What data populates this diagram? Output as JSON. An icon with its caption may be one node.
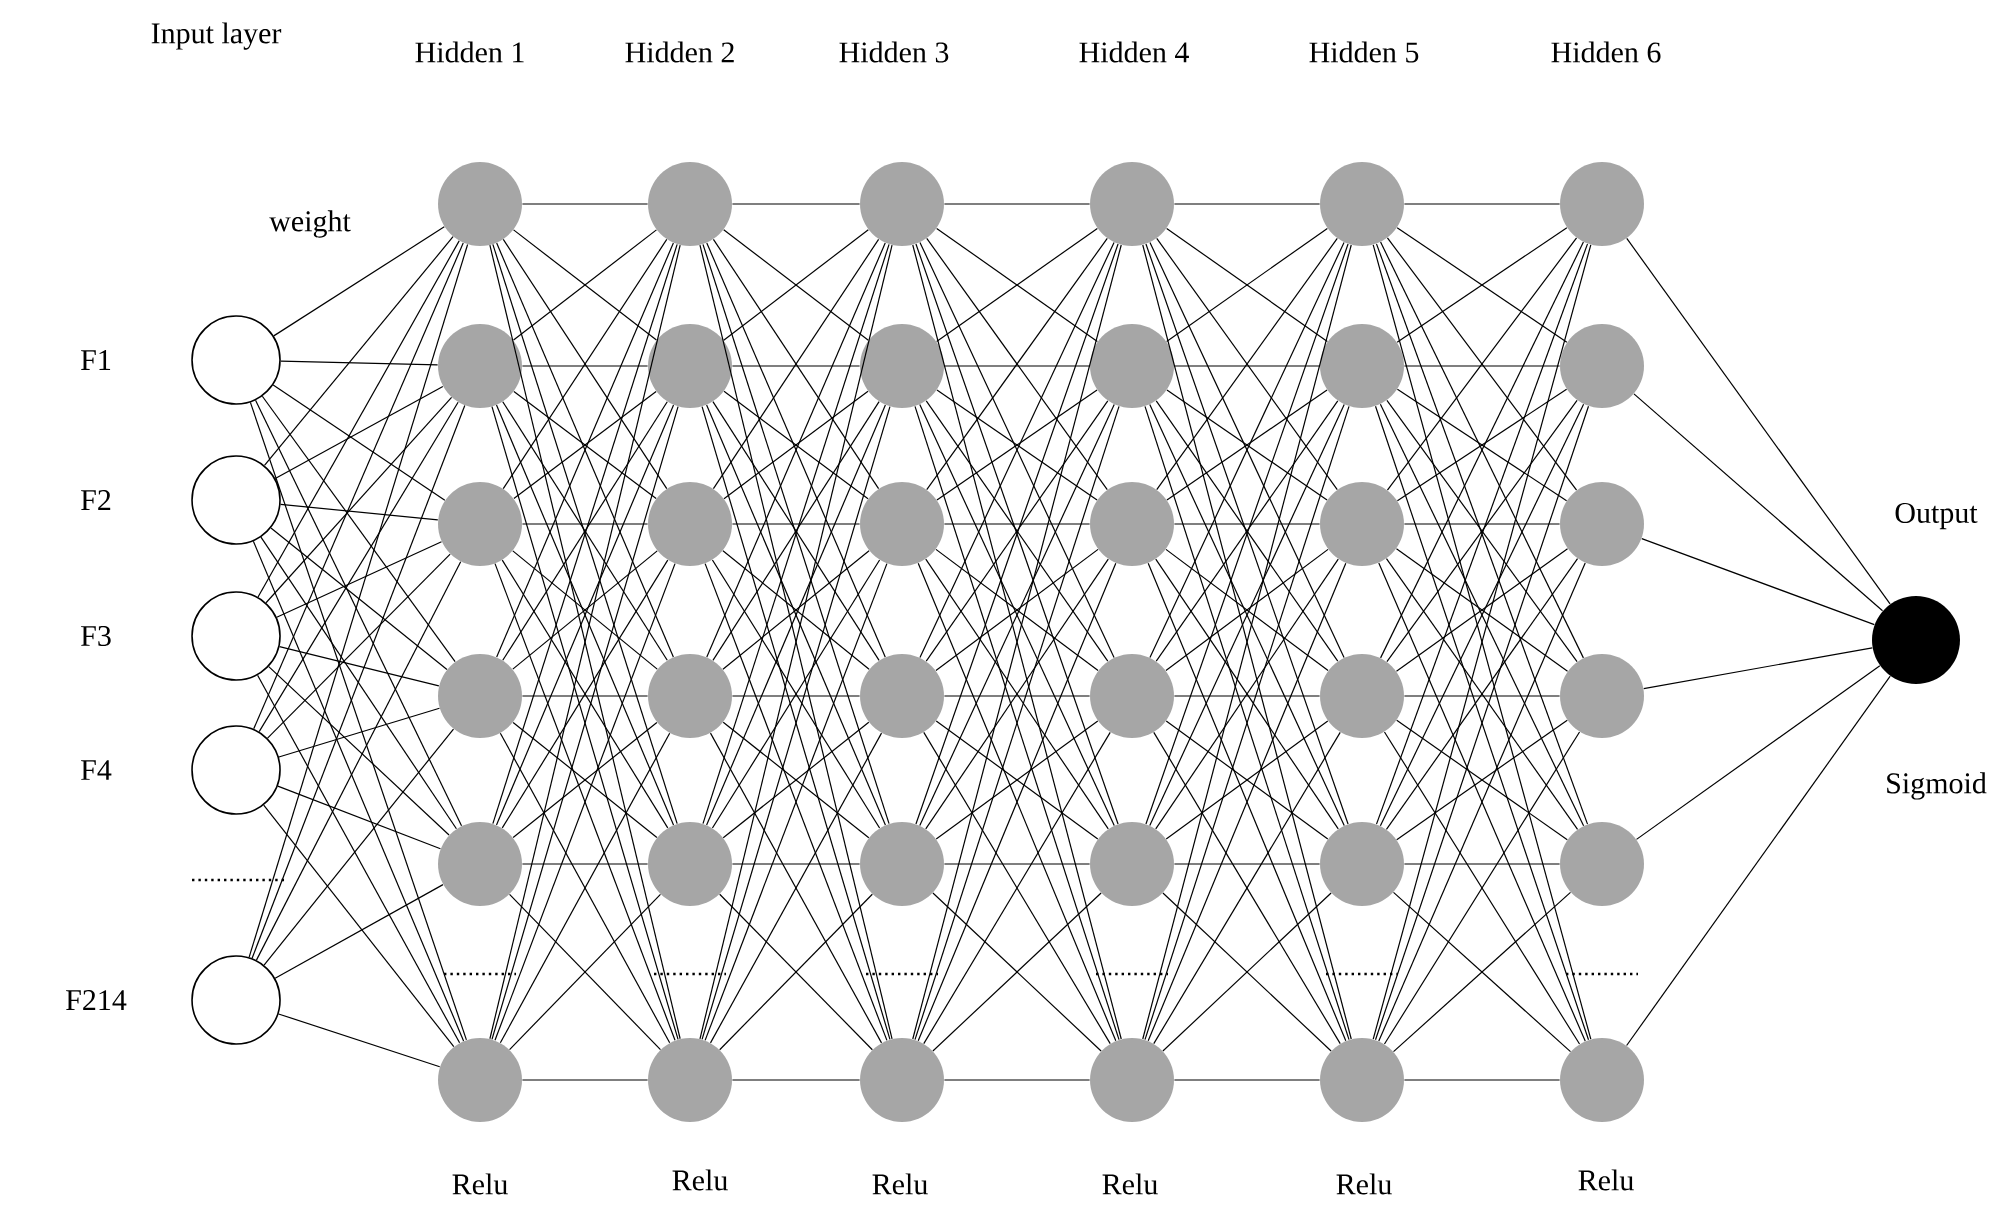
{
  "diagram": {
    "nodes": [
      {
        "text": [],
        "shape": "circle",
        "beside": [
          "F1"
        ]
      },
      {
        "text": [],
        "shape": "circle",
        "beside": [
          "F2"
        ]
      },
      {
        "text": [],
        "shape": "circle",
        "beside": [
          "F3"
        ]
      },
      {
        "text": [],
        "shape": "circle",
        "beside": [
          "F4"
        ]
      },
      {
        "text": [],
        "shape": "circle",
        "beside": [
          "F214"
        ]
      },
      {
        "text": [],
        "shape": "circle"
      },
      {
        "text": [],
        "shape": "circle"
      },
      {
        "text": [],
        "shape": "circle"
      },
      {
        "text": [],
        "shape": "circle"
      },
      {
        "text": [],
        "shape": "circle"
      },
      {
        "text": [],
        "shape": "circle"
      },
      {
        "text": [],
        "shape": "circle"
      },
      {
        "text": [],
        "shape": "circle"
      },
      {
        "text": [],
        "shape": "circle"
      },
      {
        "text": [],
        "shape": "circle"
      },
      {
        "text": [],
        "shape": "circle"
      },
      {
        "text": [],
        "shape": "circle"
      },
      {
        "text": [],
        "shape": "circle"
      },
      {
        "text": [],
        "shape": "circle"
      },
      {
        "text": [],
        "shape": "circle"
      },
      {
        "text": [],
        "shape": "circle"
      },
      {
        "text": [],
        "shape": "circle"
      },
      {
        "text": [],
        "shape": "circle"
      },
      {
        "text": [],
        "shape": "circle"
      },
      {
        "text": [],
        "shape": "circle"
      },
      {
        "text": [],
        "shape": "circle"
      },
      {
        "text": [],
        "shape": "circle"
      },
      {
        "text": [],
        "shape": "circle"
      },
      {
        "text": [],
        "shape": "circle"
      },
      {
        "text": [],
        "shape": "circle"
      },
      {
        "text": [],
        "shape": "circle"
      },
      {
        "text": [],
        "shape": "circle"
      },
      {
        "text": [],
        "shape": "circle"
      },
      {
        "text": [],
        "shape": "circle"
      },
      {
        "text": [],
        "shape": "circle"
      },
      {
        "text": [],
        "shape": "circle"
      },
      {
        "text": [],
        "shape": "circle"
      },
      {
        "text": [],
        "shape": "circle"
      },
      {
        "text": [],
        "shape": "circle"
      },
      {
        "text": [],
        "shape": "circle"
      },
      {
        "text": [],
        "shape": "circle"
      },
      {
        "text": [],
        "shape": "circle",
        "beside": [
          "Output",
          "Sigmoid"
        ]
      }
    ],
    "edges": [
      {
        "from": 0,
        "to": 5,
        "arrow": "none"
      },
      {
        "from": 0,
        "to": 6,
        "arrow": "none"
      },
      {
        "from": 0,
        "to": 7,
        "arrow": "none"
      },
      {
        "from": 0,
        "to": 8,
        "arrow": "none"
      },
      {
        "from": 0,
        "to": 9,
        "arrow": "none"
      },
      {
        "from": 0,
        "to": 10,
        "arrow": "none"
      },
      {
        "from": 1,
        "to": 5,
        "arrow": "none"
      },
      {
        "from": 1,
        "to": 6,
        "arrow": "none"
      },
      {
        "from": 1,
        "to": 7,
        "arrow": "none"
      },
      {
        "from": 1,
        "to": 8,
        "arrow": "none"
      },
      {
        "from": 1,
        "to": 9,
        "arrow": "none"
      },
      {
        "from": 1,
        "to": 10,
        "arrow": "none"
      },
      {
        "from": 2,
        "to": 5,
        "arrow": "none"
      },
      {
        "from": 2,
        "to": 6,
        "arrow": "none"
      },
      {
        "from": 2,
        "to": 7,
        "arrow": "none"
      },
      {
        "from": 2,
        "to": 8,
        "arrow": "none"
      },
      {
        "from": 2,
        "to": 9,
        "arrow": "none"
      },
      {
        "from": 2,
        "to": 10,
        "arrow": "none"
      },
      {
        "from": 3,
        "to": 5,
        "arrow": "none"
      },
      {
        "from": 3,
        "to": 6,
        "arrow": "none"
      },
      {
        "from": 3,
        "to": 7,
        "arrow": "none"
      },
      {
        "from": 3,
        "to": 8,
        "arrow": "none"
      },
      {
        "from": 3,
        "to": 9,
        "arrow": "none"
      },
      {
        "from": 3,
        "to": 10,
        "arrow": "none"
      },
      {
        "from": 4,
        "to": 5,
        "arrow": "none"
      },
      {
        "from": 4,
        "to": 6,
        "arrow": "none"
      },
      {
        "from": 4,
        "to": 7,
        "arrow": "none"
      },
      {
        "from": 4,
        "to": 8,
        "arrow": "none"
      },
      {
        "from": 4,
        "to": 9,
        "arrow": "none"
      },
      {
        "from": 4,
        "to": 10,
        "arrow": "none"
      },
      {
        "from": 5,
        "to": 11,
        "arrow": "none"
      },
      {
        "from": 5,
        "to": 12,
        "arrow": "none"
      },
      {
        "from": 5,
        "to": 13,
        "arrow": "none"
      },
      {
        "from": 5,
        "to": 14,
        "arrow": "none"
      },
      {
        "from": 5,
        "to": 15,
        "arrow": "none"
      },
      {
        "from": 5,
        "to": 16,
        "arrow": "none"
      },
      {
        "from": 6,
        "to": 11,
        "arrow": "none"
      },
      {
        "from": 6,
        "to": 12,
        "arrow": "none"
      },
      {
        "from": 6,
        "to": 13,
        "arrow": "none"
      },
      {
        "from": 6,
        "to": 14,
        "arrow": "none"
      },
      {
        "from": 6,
        "to": 15,
        "arrow": "none"
      },
      {
        "from": 6,
        "to": 16,
        "arrow": "none"
      },
      {
        "from": 7,
        "to": 11,
        "arrow": "none"
      },
      {
        "from": 7,
        "to": 12,
        "arrow": "none"
      },
      {
        "from": 7,
        "to": 13,
        "arrow": "none"
      },
      {
        "from": 7,
        "to": 14,
        "arrow": "none"
      },
      {
        "from": 7,
        "to": 15,
        "arrow": "none"
      },
      {
        "from": 7,
        "to": 16,
        "arrow": "none"
      },
      {
        "from": 8,
        "to": 11,
        "arrow": "none"
      },
      {
        "from": 8,
        "to": 12,
        "arrow": "none"
      },
      {
        "from": 8,
        "to": 13,
        "arrow": "none"
      },
      {
        "from": 8,
        "to": 14,
        "arrow": "none"
      },
      {
        "from": 8,
        "to": 15,
        "arrow": "none"
      },
      {
        "from": 8,
        "to": 16,
        "arrow": "none"
      },
      {
        "from": 9,
        "to": 11,
        "arrow": "none"
      },
      {
        "from": 9,
        "to": 12,
        "arrow": "none"
      },
      {
        "from": 9,
        "to": 13,
        "arrow": "none"
      },
      {
        "from": 9,
        "to": 14,
        "arrow": "none"
      },
      {
        "from": 9,
        "to": 15,
        "arrow": "none"
      },
      {
        "from": 9,
        "to": 16,
        "arrow": "none"
      },
      {
        "from": 10,
        "to": 11,
        "arrow": "none"
      },
      {
        "from": 10,
        "to": 12,
        "arrow": "none"
      },
      {
        "from": 10,
        "to": 13,
        "arrow": "none"
      },
      {
        "from": 10,
        "to": 14,
        "arrow": "none"
      },
      {
        "from": 10,
        "to": 15,
        "arrow": "none"
      },
      {
        "from": 10,
        "to": 16,
        "arrow": "none"
      },
      {
        "from": 11,
        "to": 17,
        "arrow": "none"
      },
      {
        "from": 11,
        "to": 18,
        "arrow": "none"
      },
      {
        "from": 11,
        "to": 19,
        "arrow": "none"
      },
      {
        "from": 11,
        "to": 20,
        "arrow": "none"
      },
      {
        "from": 11,
        "to": 21,
        "arrow": "none"
      },
      {
        "from": 11,
        "to": 22,
        "arrow": "none"
      },
      {
        "from": 12,
        "to": 17,
        "arrow": "none"
      },
      {
        "from": 12,
        "to": 18,
        "arrow": "none"
      },
      {
        "from": 12,
        "to": 19,
        "arrow": "none"
      },
      {
        "from": 12,
        "to": 20,
        "arrow": "none"
      },
      {
        "from": 12,
        "to": 21,
        "arrow": "none"
      },
      {
        "from": 12,
        "to": 22,
        "arrow": "none"
      },
      {
        "from": 13,
        "to": 17,
        "arrow": "none"
      },
      {
        "from": 13,
        "to": 18,
        "arrow": "none"
      },
      {
        "from": 13,
        "to": 19,
        "arrow": "none"
      },
      {
        "from": 13,
        "to": 20,
        "arrow": "none"
      },
      {
        "from": 13,
        "to": 21,
        "arrow": "none"
      },
      {
        "from": 13,
        "to": 22,
        "arrow": "none"
      },
      {
        "from": 14,
        "to": 17,
        "arrow": "none"
      },
      {
        "from": 14,
        "to": 18,
        "arrow": "none"
      },
      {
        "from": 14,
        "to": 19,
        "arrow": "none"
      },
      {
        "from": 14,
        "to": 20,
        "arrow": "none"
      },
      {
        "from": 14,
        "to": 21,
        "arrow": "none"
      },
      {
        "from": 14,
        "to": 22,
        "arrow": "none"
      },
      {
        "from": 15,
        "to": 17,
        "arrow": "none"
      },
      {
        "from": 15,
        "to": 18,
        "arrow": "none"
      },
      {
        "from": 15,
        "to": 19,
        "arrow": "none"
      },
      {
        "from": 15,
        "to": 20,
        "arrow": "none"
      },
      {
        "from": 15,
        "to": 21,
        "arrow": "none"
      },
      {
        "from": 15,
        "to": 22,
        "arrow": "none"
      },
      {
        "from": 16,
        "to": 17,
        "arrow": "none"
      },
      {
        "from": 16,
        "to": 18,
        "arrow": "none"
      },
      {
        "from": 16,
        "to": 19,
        "arrow": "none"
      },
      {
        "from": 16,
        "to": 20,
        "arrow": "none"
      },
      {
        "from": 16,
        "to": 21,
        "arrow": "none"
      },
      {
        "from": 16,
        "to": 22,
        "arrow": "none"
      },
      {
        "from": 17,
        "to": 23,
        "arrow": "none"
      },
      {
        "from": 17,
        "to": 24,
        "arrow": "none"
      },
      {
        "from": 17,
        "to": 25,
        "arrow": "none"
      },
      {
        "from": 17,
        "to": 26,
        "arrow": "none"
      },
      {
        "from": 17,
        "to": 27,
        "arrow": "none"
      },
      {
        "from": 17,
        "to": 28,
        "arrow": "none"
      },
      {
        "from": 18,
        "to": 23,
        "arrow": "none"
      },
      {
        "from": 18,
        "to": 24,
        "arrow": "none"
      },
      {
        "from": 18,
        "to": 25,
        "arrow": "none"
      },
      {
        "from": 18,
        "to": 26,
        "arrow": "none"
      },
      {
        "from": 18,
        "to": 27,
        "arrow": "none"
      },
      {
        "from": 18,
        "to": 28,
        "arrow": "none"
      },
      {
        "from": 19,
        "to": 23,
        "arrow": "none"
      },
      {
        "from": 19,
        "to": 24,
        "arrow": "none"
      },
      {
        "from": 19,
        "to": 25,
        "arrow": "none"
      },
      {
        "from": 19,
        "to": 26,
        "arrow": "none"
      },
      {
        "from": 19,
        "to": 27,
        "arrow": "none"
      },
      {
        "from": 19,
        "to": 28,
        "arrow": "none"
      },
      {
        "from": 20,
        "to": 23,
        "arrow": "none"
      },
      {
        "from": 20,
        "to": 24,
        "arrow": "none"
      },
      {
        "from": 20,
        "to": 25,
        "arrow": "none"
      },
      {
        "from": 20,
        "to": 26,
        "arrow": "none"
      },
      {
        "from": 20,
        "to": 27,
        "arrow": "none"
      },
      {
        "from": 20,
        "to": 28,
        "arrow": "none"
      },
      {
        "from": 21,
        "to": 23,
        "arrow": "none"
      },
      {
        "from": 21,
        "to": 24,
        "arrow": "none"
      },
      {
        "from": 21,
        "to": 25,
        "arrow": "none"
      },
      {
        "from": 21,
        "to": 26,
        "arrow": "none"
      },
      {
        "from": 21,
        "to": 27,
        "arrow": "none"
      },
      {
        "from": 21,
        "to": 28,
        "arrow": "none"
      },
      {
        "from": 22,
        "to": 23,
        "arrow": "none"
      },
      {
        "from": 22,
        "to": 24,
        "arrow": "none"
      },
      {
        "from": 22,
        "to": 25,
        "arrow": "none"
      },
      {
        "from": 22,
        "to": 26,
        "arrow": "none"
      },
      {
        "from": 22,
        "to": 27,
        "arrow": "none"
      },
      {
        "from": 22,
        "to": 28,
        "arrow": "none"
      },
      {
        "from": 23,
        "to": 29,
        "arrow": "none"
      },
      {
        "from": 23,
        "to": 30,
        "arrow": "none"
      },
      {
        "from": 23,
        "to": 31,
        "arrow": "none"
      },
      {
        "from": 23,
        "to": 32,
        "arrow": "none"
      },
      {
        "from": 23,
        "to": 33,
        "arrow": "none"
      },
      {
        "from": 23,
        "to": 34,
        "arrow": "none"
      },
      {
        "from": 24,
        "to": 29,
        "arrow": "none"
      },
      {
        "from": 24,
        "to": 30,
        "arrow": "none"
      },
      {
        "from": 24,
        "to": 31,
        "arrow": "none"
      },
      {
        "from": 24,
        "to": 32,
        "arrow": "none"
      },
      {
        "from": 24,
        "to": 33,
        "arrow": "none"
      },
      {
        "from": 24,
        "to": 34,
        "arrow": "none"
      },
      {
        "from": 25,
        "to": 29,
        "arrow": "none"
      },
      {
        "from": 25,
        "to": 30,
        "arrow": "none"
      },
      {
        "from": 25,
        "to": 31,
        "arrow": "none"
      },
      {
        "from": 25,
        "to": 32,
        "arrow": "none"
      },
      {
        "from": 25,
        "to": 33,
        "arrow": "none"
      },
      {
        "from": 25,
        "to": 34,
        "arrow": "none"
      },
      {
        "from": 26,
        "to": 29,
        "arrow": "none"
      },
      {
        "from": 26,
        "to": 30,
        "arrow": "none"
      },
      {
        "from": 26,
        "to": 31,
        "arrow": "none"
      },
      {
        "from": 26,
        "to": 32,
        "arrow": "none"
      },
      {
        "from": 26,
        "to": 33,
        "arrow": "none"
      },
      {
        "from": 26,
        "to": 34,
        "arrow": "none"
      },
      {
        "from": 27,
        "to": 29,
        "arrow": "none"
      },
      {
        "from": 27,
        "to": 30,
        "arrow": "none"
      },
      {
        "from": 27,
        "to": 31,
        "arrow": "none"
      },
      {
        "from": 27,
        "to": 32,
        "arrow": "none"
      },
      {
        "from": 27,
        "to": 33,
        "arrow": "none"
      },
      {
        "from": 27,
        "to": 34,
        "arrow": "none"
      },
      {
        "from": 28,
        "to": 29,
        "arrow": "none"
      },
      {
        "from": 28,
        "to": 30,
        "arrow": "none"
      },
      {
        "from": 28,
        "to": 31,
        "arrow": "none"
      },
      {
        "from": 28,
        "to": 32,
        "arrow": "none"
      },
      {
        "from": 28,
        "to": 33,
        "arrow": "none"
      },
      {
        "from": 28,
        "to": 34,
        "arrow": "none"
      },
      {
        "from": 29,
        "to": 35,
        "arrow": "none"
      },
      {
        "from": 29,
        "to": 36,
        "arrow": "none"
      },
      {
        "from": 29,
        "to": 37,
        "arrow": "none"
      },
      {
        "from": 29,
        "to": 38,
        "arrow": "none"
      },
      {
        "from": 29,
        "to": 39,
        "arrow": "none"
      },
      {
        "from": 29,
        "to": 40,
        "arrow": "none"
      },
      {
        "from": 30,
        "to": 35,
        "arrow": "none"
      },
      {
        "from": 30,
        "to": 36,
        "arrow": "none"
      },
      {
        "from": 30,
        "to": 37,
        "arrow": "none"
      },
      {
        "from": 30,
        "to": 38,
        "arrow": "none"
      },
      {
        "from": 30,
        "to": 39,
        "arrow": "none"
      },
      {
        "from": 30,
        "to": 40,
        "arrow": "none"
      },
      {
        "from": 31,
        "to": 35,
        "arrow": "none"
      },
      {
        "from": 31,
        "to": 36,
        "arrow": "none"
      },
      {
        "from": 31,
        "to": 37,
        "arrow": "none"
      },
      {
        "from": 31,
        "to": 38,
        "arrow": "none"
      },
      {
        "from": 31,
        "to": 39,
        "arrow": "none"
      },
      {
        "from": 31,
        "to": 40,
        "arrow": "none"
      },
      {
        "from": 32,
        "to": 35,
        "arrow": "none"
      },
      {
        "from": 32,
        "to": 36,
        "arrow": "none"
      },
      {
        "from": 32,
        "to": 37,
        "arrow": "none"
      },
      {
        "from": 32,
        "to": 38,
        "arrow": "none"
      },
      {
        "from": 32,
        "to": 39,
        "arrow": "none"
      },
      {
        "from": 32,
        "to": 40,
        "arrow": "none"
      },
      {
        "from": 33,
        "to": 35,
        "arrow": "none"
      },
      {
        "from": 33,
        "to": 36,
        "arrow": "none"
      },
      {
        "from": 33,
        "to": 37,
        "arrow": "none"
      },
      {
        "from": 33,
        "to": 38,
        "arrow": "none"
      },
      {
        "from": 33,
        "to": 39,
        "arrow": "none"
      },
      {
        "from": 33,
        "to": 40,
        "arrow": "none"
      },
      {
        "from": 34,
        "to": 35,
        "arrow": "none"
      },
      {
        "from": 34,
        "to": 36,
        "arrow": "none"
      },
      {
        "from": 34,
        "to": 37,
        "arrow": "none"
      },
      {
        "from": 34,
        "to": 38,
        "arrow": "none"
      },
      {
        "from": 34,
        "to": 39,
        "arrow": "none"
      },
      {
        "from": 34,
        "to": 40,
        "arrow": "none"
      },
      {
        "from": 35,
        "to": 41,
        "arrow": "none"
      },
      {
        "from": 36,
        "to": 41,
        "arrow": "none"
      },
      {
        "from": 37,
        "to": 41,
        "arrow": "none"
      },
      {
        "from": 38,
        "to": 41,
        "arrow": "none"
      },
      {
        "from": 39,
        "to": 41,
        "arrow": "none"
      },
      {
        "from": 40,
        "to": 41,
        "arrow": "none"
      }
    ],
    "labels": [
      "Input layer",
      "Hidden 1",
      "Hidden 2",
      "Hidden 3",
      "Hidden 4",
      "Hidden 5",
      "Hidden 6",
      "weight",
      "Relu",
      "Relu",
      "Relu",
      "Relu",
      "Relu",
      "Relu"
    ]
  }
}
